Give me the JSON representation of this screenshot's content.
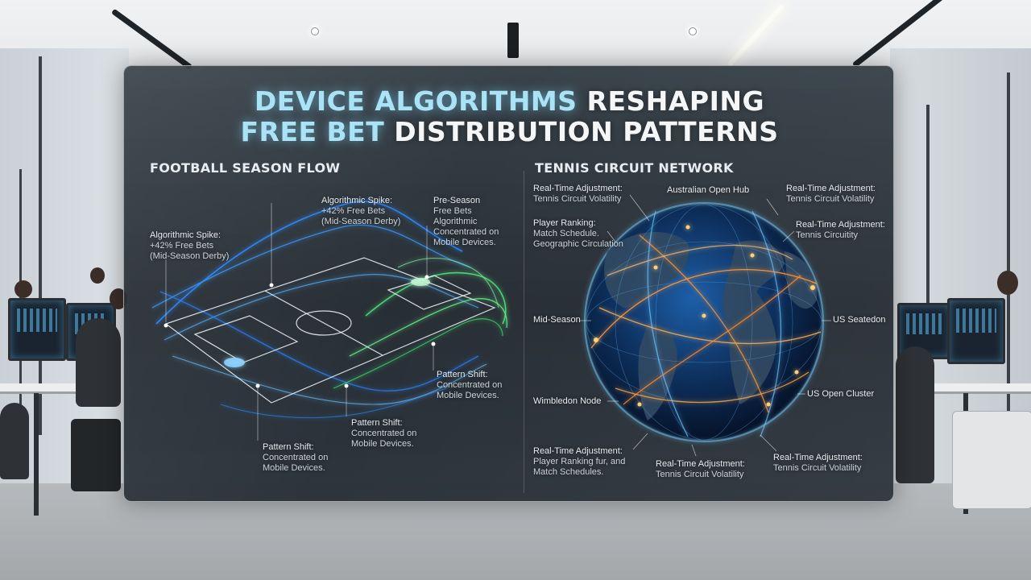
{
  "title": {
    "line1_highlight": "DEVICE ALGORITHMS",
    "line1_rest": "RESHAPING",
    "line2_highlight": "FREE BET",
    "line2_rest": "DISTRIBUTION PATTERNS"
  },
  "football": {
    "heading": "FOOTBALL SEASON FLOW",
    "labels": {
      "spike_left": [
        "Algorithmic Spike:",
        "+42% Free Bets",
        "(Mid-Season Derby)"
      ],
      "spike_top": [
        "Algorithmic Spike:",
        "+42% Free Bets",
        "(Mid-Season Derby)"
      ],
      "preseason": [
        "Pre-Season",
        "Free Bets",
        "Algorithmic",
        "Concentrated on",
        "Mobile Devices."
      ],
      "shift_right": [
        "Pattern Shift:",
        "Concentrated on",
        "Mobile Devices."
      ],
      "shift_mid": [
        "Pattern Shift:",
        "Concentrated on",
        "Mobile Devices."
      ],
      "shift_low": [
        "Pattern Shift:",
        "Concentrated on",
        "Mobile Devices."
      ]
    }
  },
  "tennis": {
    "heading": "TENNIS CIRCUIT NETWORK",
    "labels": {
      "rta_top_left": [
        "Real-Time Adjustment:",
        "Tennis Circuit Volatility"
      ],
      "aus_open": [
        "Australian Open Hub"
      ],
      "rta_top_right": [
        "Real-Time Adjustment:",
        "Tennis Circuit Volatility"
      ],
      "player_rank": [
        "Player Ranking:",
        "Match Schedule.",
        "Geographic Circulation"
      ],
      "rta_right": [
        "Real-Time Adjustment:",
        "Tennis Circuitity"
      ],
      "mid_season": [
        "Mid-Season"
      ],
      "us_season": [
        "US Seatedon"
      ],
      "wimbledon": [
        "Wimbledon Node"
      ],
      "us_open": [
        "US Open Cluster"
      ],
      "rta_bottom_left": [
        "Real-Time Adjustment:",
        "Player Ranking fur, and",
        "Match Schedules."
      ],
      "rta_bottom_mid": [
        "Real-Time Adjustment:",
        "Tennis Circuit Volatility"
      ],
      "rta_bottom_right": [
        "Real-Time Adjustment:",
        "Tennis Circuit Volatility"
      ]
    }
  },
  "colors": {
    "accent_cyan": "#a9e3f5",
    "flow_blue": "#2f8cff",
    "flow_green": "#4fe07a",
    "globe_orange": "#ff9a3c"
  }
}
